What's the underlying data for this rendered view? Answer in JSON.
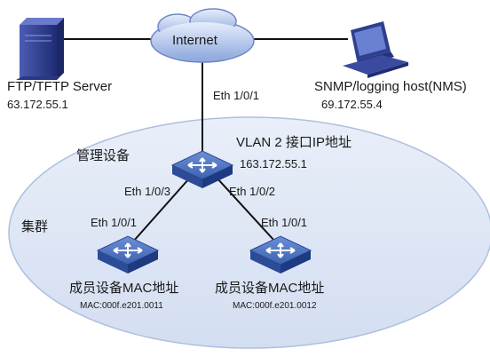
{
  "cloud": {
    "label": "Internet"
  },
  "ftp_server": {
    "name": "FTP/TFTP Server",
    "ip": "63.172.55.1"
  },
  "snmp_host": {
    "name": "SNMP/logging host(NMS)",
    "ip": "69.172.55.4"
  },
  "management_device": {
    "label": "管理设备",
    "vlan_label": "VLAN 2 接口IP地址",
    "vlan_ip": "163.172.55.1"
  },
  "cluster": {
    "label": "集群"
  },
  "ports": {
    "uplink": "Eth 1/0/1",
    "left_down": "Eth 1/0/3",
    "right_down": "Eth 1/0/2",
    "member_left": "Eth 1/0/1",
    "member_right": "Eth 1/0/1"
  },
  "members": [
    {
      "label": "成员设备MAC地址",
      "mac": "MAC:000f.e201.0011"
    },
    {
      "label": "成员设备MAC地址",
      "mac": "MAC:000f.e201.0012"
    }
  ],
  "colors": {
    "cluster_fill": "#dde6f5",
    "switch_blue": "#3c62b0",
    "cloud_blue": "#a9bfe8",
    "server_blue": "#2f3f8f"
  }
}
